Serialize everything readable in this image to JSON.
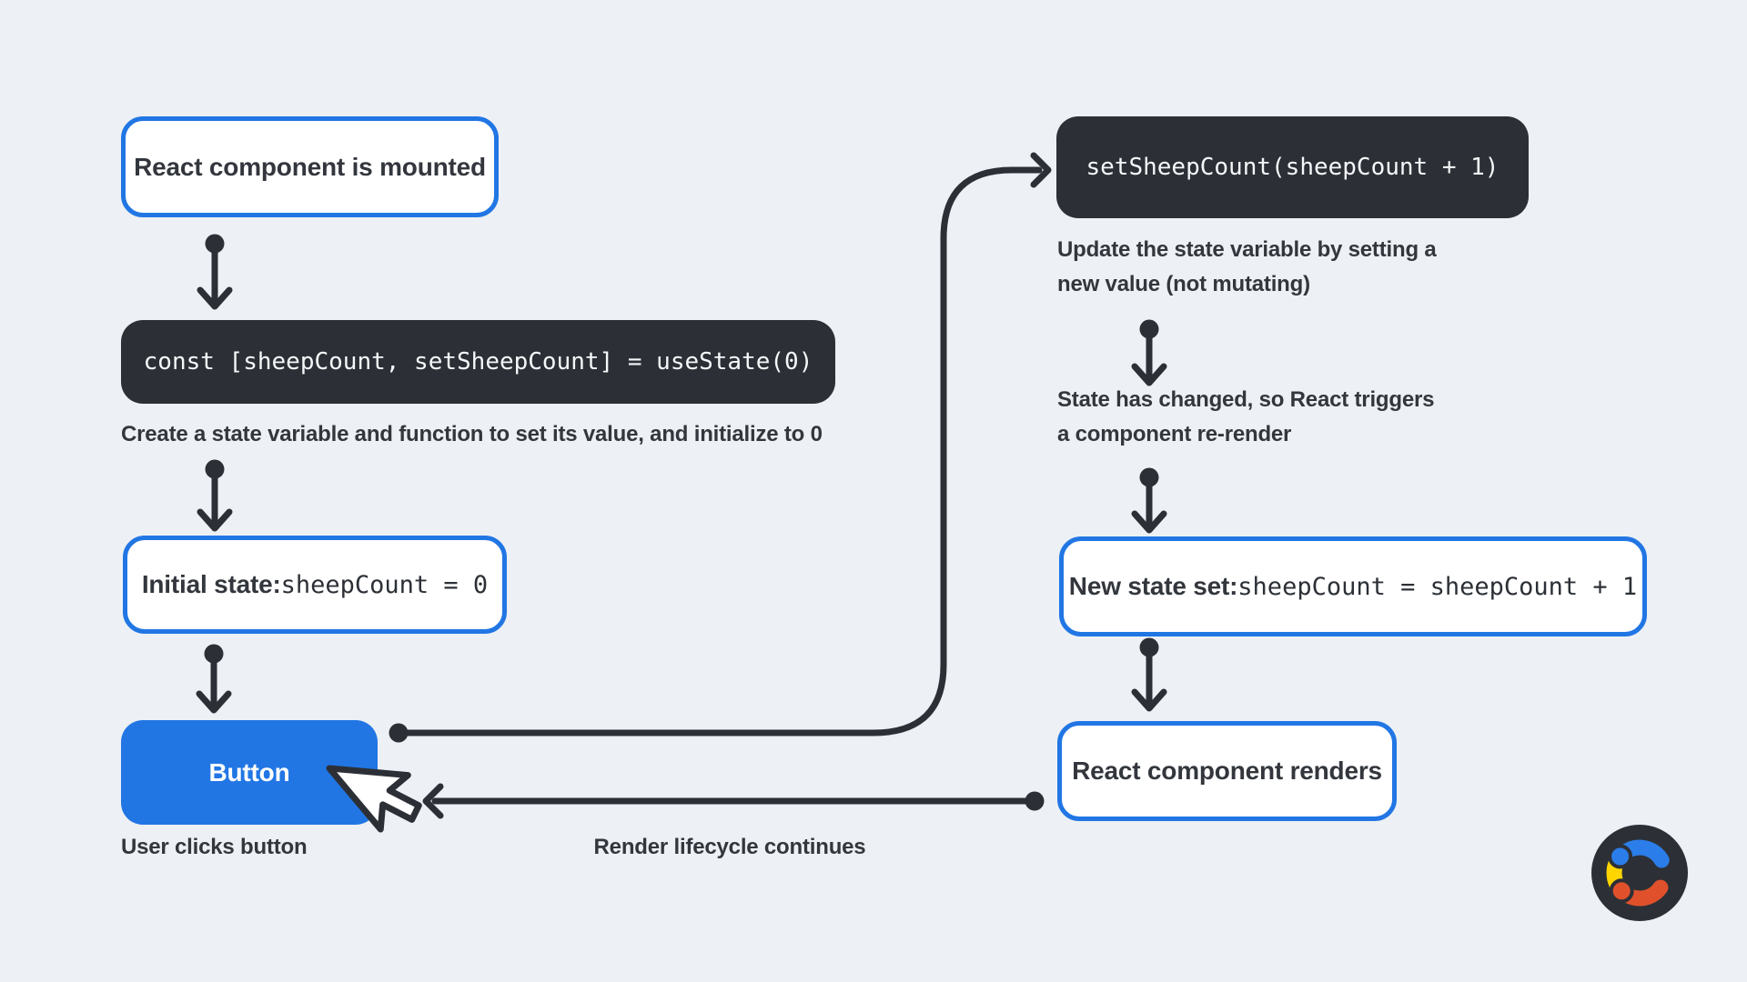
{
  "colors": {
    "background": "#edf0f4",
    "accent_blue": "#2176e4",
    "dark": "#2c3036",
    "text": "#33373d",
    "logo_blue": "#2b7de9",
    "logo_yellow": "#ffd500",
    "logo_red": "#e0512b"
  },
  "left_flow": {
    "mounted_label": "React component is mounted",
    "useState_code": "const [sheepCount, setSheepCount] = useState(0)",
    "useState_caption": "Create a state variable and function to set its value, and initialize to 0",
    "initial_state_prefix": "Initial state: ",
    "initial_state_code": "sheepCount = 0",
    "button_label": "Button",
    "button_caption": "User clicks button"
  },
  "right_flow": {
    "set_code": "setSheepCount(sheepCount + 1)",
    "set_caption": "Update the state variable by setting a\nnew value (not mutating)",
    "state_changed_caption": "State has changed, so React triggers\na component re-render",
    "new_state_prefix": "New state set: ",
    "new_state_code": "sheepCount = sheepCount + 1",
    "renders_label": "React component renders"
  },
  "return_caption": "Render lifecycle continues",
  "icons": {
    "cursor": "mouse-cursor-icon",
    "logo": "c-brand-logo"
  }
}
